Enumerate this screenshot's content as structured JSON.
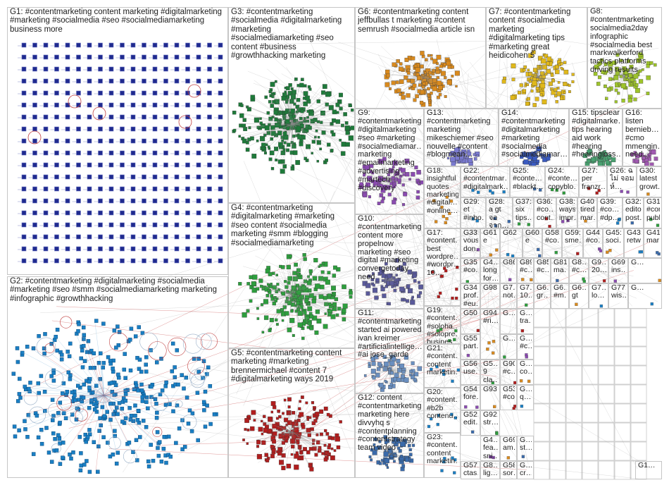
{
  "graph": {
    "colors": {
      "G1": "#1f2a8f",
      "G2": "#1a7fc4",
      "G3": "#1e7a3a",
      "G4": "#2e9e3e",
      "G5": "#b01e1e",
      "G6": "#d98a1e",
      "G7": "#e0b81a",
      "G8": "#9ec42a",
      "G9": "#8a4bb0",
      "G10": "#5a5a9a",
      "G11": "#6a8fc0",
      "G12": "#3a6aaa",
      "G13": "#7a7ad0",
      "G14": "#3a5ac0",
      "G15": "#4aa070",
      "G16": "#a05ab0",
      "edge": "#9a9a9a",
      "edge_red": "#c03030"
    },
    "groups": [
      {
        "id": "G1",
        "label": "G1: #contentmarketing content marketing #digitalmarketing #marketing #socialmedia #seo #socialmediamarketing business more"
      },
      {
        "id": "G2",
        "label": "G2: #contentmarketing #digitalmarketing #socialmedia #marketing #seo #smm #socialmediamarketing marketing #infographic #growthhacking"
      },
      {
        "id": "G3",
        "label": "G3: #contentmarketing #socialmedia #digitalmarketing #marketing #socialmediamarketing #seo content #business #growthhacking marketing"
      },
      {
        "id": "G4",
        "label": "G4: #contentmarketing #digitalmarketing #marketing #seo content #socialmedia marketing #smm #blogging #socialmediamarketing"
      },
      {
        "id": "G5",
        "label": "G5: #contentmarketing content marketing #marketing brennermichael #content 7 #digitalmarketing ways 2019"
      },
      {
        "id": "G6",
        "label": "G6: #contentmarketing content jeffbullas t marketing #content semrush #socialmedia article isn"
      },
      {
        "id": "G7",
        "label": "G7: #contentmarketing content #socialmedia marketing #digitalmarketing tips #marketing great heidicohen 5"
      },
      {
        "id": "G8",
        "label": "G8: #contentmarketing socialmedia2day infographic #socialmedia best markwalkerford tactics platforms driving results"
      },
      {
        "id": "G9",
        "label": "G9: #contentmarketing #digitalmarketing #seo #marketing #socialmediamar… marketing #emailmarketing #advertising #martech #discovery"
      },
      {
        "id": "G10",
        "label": "G10: #contentmarketing content more propelnow marketing #seo digital #marketing convergetoday need"
      },
      {
        "id": "G11",
        "label": "G11: #contentmarketing started ai powered ivan kreimer #artificialintellige… #ai jose_garde"
      },
      {
        "id": "G12",
        "label": "G12: content #contentmarketing marketing here divvyhq s #contentplanning #contentstrategy team video"
      },
      {
        "id": "G13",
        "label": "G13: #contentmarketing marketing mikeschiemer #seo nouvelle #content #blogmean…"
      },
      {
        "id": "G14",
        "label": "G14: #contentmarketing #digitalmarketing #marketing #socialmedia #socialmediamar…"
      },
      {
        "id": "G15",
        "label": "G15: tipsclear #digitalmarke… tips hearing aid work #hearing #hearingloss…"
      },
      {
        "id": "G16",
        "label": "G16: listen bernieb… #cmo mmengin… need…"
      },
      {
        "id": "G18",
        "label": "G18: insightful quotes marketing #digital… #online…"
      },
      {
        "id": "G22",
        "label": "G22: #contentmar… #digitalmark…"
      },
      {
        "id": "G25",
        "label": "G25: #conte… #blackt…"
      },
      {
        "id": "G24",
        "label": "G24: #conte… copyblo…"
      },
      {
        "id": "G27",
        "label": "G27: per franzr…"
      },
      {
        "id": "G26",
        "label": "G26: ฉ ไม่ จอมห์…"
      },
      {
        "id": "G30",
        "label": "G30: latest growt…"
      },
      {
        "id": "G29",
        "label": "G29: et #inbo…"
      },
      {
        "id": "G28",
        "label": "G28: a gt จอจาก…"
      },
      {
        "id": "G37",
        "label": "G37: six tips…"
      },
      {
        "id": "G36",
        "label": "G36: #co… cont…"
      },
      {
        "id": "G38",
        "label": "G38: ways impr…"
      },
      {
        "id": "G40",
        "label": "G40: tired mar…"
      },
      {
        "id": "G39",
        "label": "G39: #co… #dp…"
      },
      {
        "id": "G32",
        "label": "G32: editorimp… post…"
      },
      {
        "id": "G31",
        "label": "G31: #conte… publ…"
      },
      {
        "id": "G17",
        "label": "G17: #content… best wordpre… #wordpr… 10…"
      },
      {
        "id": "G33",
        "label": "G33: vous don…"
      },
      {
        "id": "G61",
        "label": "G61 e"
      },
      {
        "id": "G62",
        "label": "G62"
      },
      {
        "id": "G60",
        "label": "G60: e"
      },
      {
        "id": "G58",
        "label": "G58: #co…"
      },
      {
        "id": "G59",
        "label": "G59: sme…"
      },
      {
        "id": "G44",
        "label": "G44: #co…"
      },
      {
        "id": "G45",
        "label": "G45: soci…"
      },
      {
        "id": "G43",
        "label": "G43: retw…"
      },
      {
        "id": "G41",
        "label": "G41: mar…"
      },
      {
        "id": "G35",
        "label": "G35: #co…"
      },
      {
        "id": "G4x",
        "label": "G4… long for…"
      },
      {
        "id": "G86",
        "label": "G86"
      },
      {
        "id": "G89",
        "label": "G89: #c…"
      },
      {
        "id": "G85",
        "label": "G85: #c…"
      },
      {
        "id": "G81",
        "label": "G81: ma…"
      },
      {
        "id": "G8x",
        "label": "G8… #c…"
      },
      {
        "id": "G9x",
        "label": "G9… 20…"
      },
      {
        "id": "G69",
        "label": "G69: ins…"
      },
      {
        "id": "G34",
        "label": "G34: prof… #eu…"
      },
      {
        "id": "G98",
        "label": "G98"
      },
      {
        "id": "G7x",
        "label": "G7… not…"
      },
      {
        "id": "G7y",
        "label": "G7… 10…"
      },
      {
        "id": "G6x",
        "label": "G6… gr…"
      },
      {
        "id": "G6y",
        "label": "G6… #m…"
      },
      {
        "id": "G6z",
        "label": "G6… gt"
      },
      {
        "id": "G7z",
        "label": "G7… lo…"
      },
      {
        "id": "G77",
        "label": "G77: wis…"
      },
      {
        "id": "G19",
        "label": "G19: #content… #soloha… #solopre… busines…"
      },
      {
        "id": "G50",
        "label": "G50"
      },
      {
        "id": "G55",
        "label": "G55: part…"
      },
      {
        "id": "G94",
        "label": "G94: #ri…"
      },
      {
        "id": "G21",
        "label": "G21: #content… content marketin…"
      },
      {
        "id": "G56",
        "label": "G56: use…"
      },
      {
        "id": "G5x",
        "label": "G5… 9 cla…"
      },
      {
        "id": "G90",
        "label": "G90: #c…"
      },
      {
        "id": "G54",
        "label": "G54: fore…"
      },
      {
        "id": "G93",
        "label": "G93"
      },
      {
        "id": "G20",
        "label": "G20: #content… #b2b contenu…"
      },
      {
        "id": "G52",
        "label": "G52: edit…"
      },
      {
        "id": "G92",
        "label": "G92: str…"
      },
      {
        "id": "G53",
        "label": "G53: #co…"
      },
      {
        "id": "G4y",
        "label": "G4… fea… sni…"
      },
      {
        "id": "G69b",
        "label": "G69: am…"
      },
      {
        "id": "G23",
        "label": "G23: #content… content marketin…"
      },
      {
        "id": "G57",
        "label": "G57: ctas…"
      },
      {
        "id": "G8y",
        "label": "G8… lig…"
      },
      {
        "id": "G58b",
        "label": "G58: sor…"
      },
      {
        "id": "G1x",
        "label": "G1…"
      },
      {
        "id": "Gs1",
        "label": "G…"
      },
      {
        "id": "Gs2",
        "label": "G…"
      },
      {
        "id": "Gs3",
        "label": "G…"
      },
      {
        "id": "Gs4",
        "label": "G…"
      },
      {
        "id": "Gs5",
        "label": "G… tra…"
      },
      {
        "id": "Gs6",
        "label": "G… #c…"
      },
      {
        "id": "Gs7",
        "label": "G… co…"
      },
      {
        "id": "Gs8",
        "label": "G… q…"
      },
      {
        "id": "Gs9",
        "label": "G… st…"
      },
      {
        "id": "Gs10",
        "label": "G… cr…"
      }
    ]
  }
}
